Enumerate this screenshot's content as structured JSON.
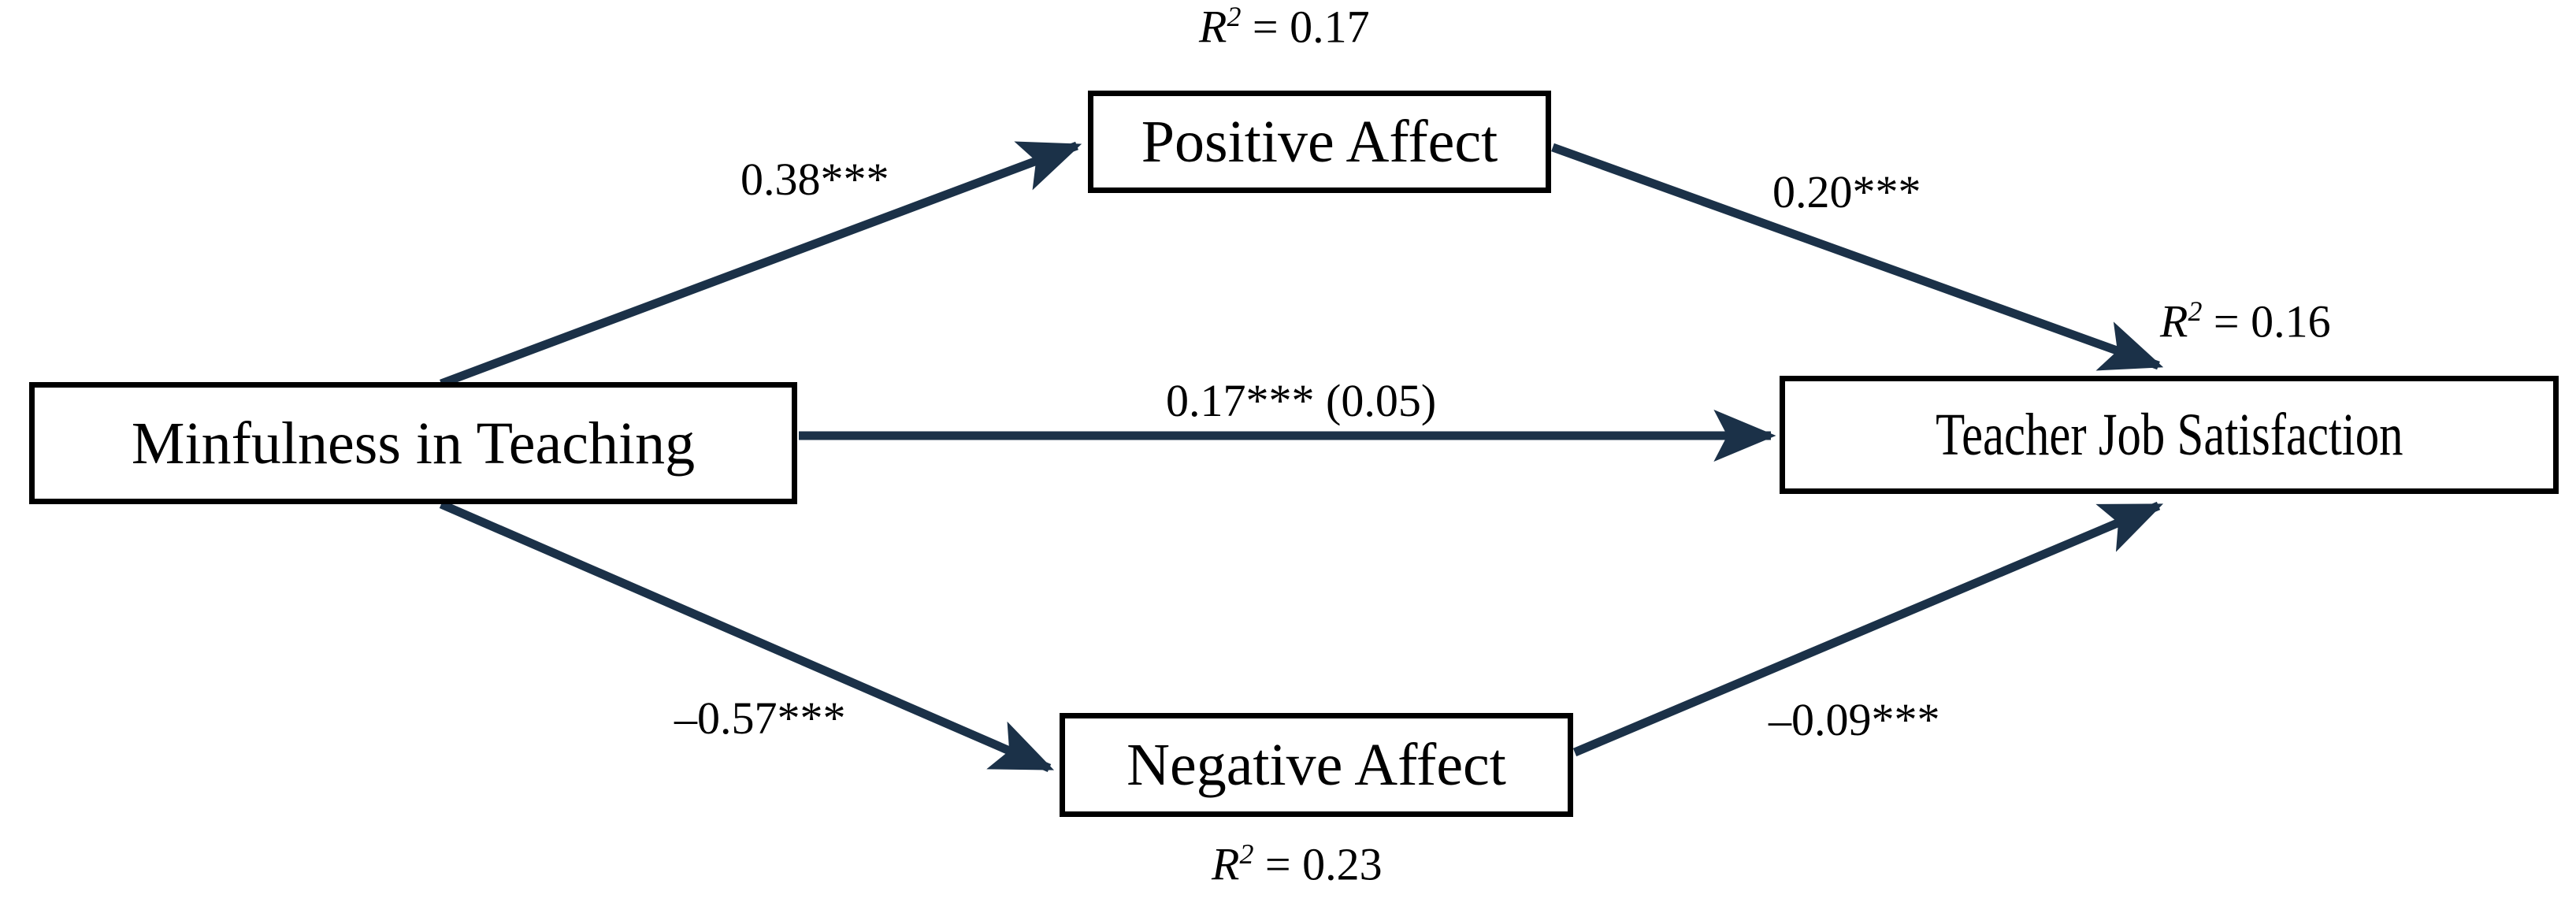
{
  "diagram": {
    "title": "Mediation model of mindfulness in teaching and teacher job satisfaction",
    "type": "path-diagram",
    "background_color": "#ffffff",
    "box_border_color": "#000000",
    "arrow_color": "#1b3148",
    "text_color": "#000000"
  },
  "nodes": {
    "predictor": {
      "label": "Minfulness in Teaching"
    },
    "mediator_positive": {
      "label": "Positive Affect"
    },
    "mediator_negative": {
      "label": "Negative Affect"
    },
    "outcome": {
      "label": "Teacher Job Satisfaction"
    }
  },
  "r_squared": {
    "positive_affect": {
      "symbol": "R",
      "exponent": "2",
      "equals": " = ",
      "value": "0.17"
    },
    "negative_affect": {
      "symbol": "R",
      "exponent": "2",
      "equals": " = ",
      "value": "0.23"
    },
    "outcome": {
      "symbol": "R",
      "exponent": "2",
      "equals": " = ",
      "value": "0.16"
    }
  },
  "paths": [
    {
      "id": "mit-to-pa",
      "label": "0.38***",
      "from": "predictor",
      "to": "mediator_positive",
      "coefficient": 0.38,
      "significance": "***"
    },
    {
      "id": "pa-to-tjs",
      "label": "0.20***",
      "from": "mediator_positive",
      "to": "outcome",
      "coefficient": 0.2,
      "significance": "***"
    },
    {
      "id": "mit-to-tjs",
      "label": "0.17*** (0.05)",
      "from": "predictor",
      "to": "outcome",
      "coefficient": 0.17,
      "significance": "***",
      "secondary": 0.05
    },
    {
      "id": "mit-to-na",
      "label": "–0.57***",
      "from": "predictor",
      "to": "mediator_negative",
      "coefficient": -0.57,
      "significance": "***"
    },
    {
      "id": "na-to-tjs",
      "label": "–0.09***",
      "from": "mediator_negative",
      "to": "outcome",
      "coefficient": -0.09,
      "significance": "***"
    }
  ],
  "chart_data": {
    "type": "diagram",
    "title": "Mediation path model",
    "nodes": [
      "Minfulness in Teaching",
      "Positive Affect",
      "Negative Affect",
      "Teacher Job Satisfaction"
    ],
    "edges": [
      {
        "source": "Minfulness in Teaching",
        "target": "Positive Affect",
        "value": 0.38,
        "label": "0.38***"
      },
      {
        "source": "Positive Affect",
        "target": "Teacher Job Satisfaction",
        "value": 0.2,
        "label": "0.20***"
      },
      {
        "source": "Minfulness in Teaching",
        "target": "Teacher Job Satisfaction",
        "value": 0.17,
        "label": "0.17*** (0.05)"
      },
      {
        "source": "Minfulness in Teaching",
        "target": "Negative Affect",
        "value": -0.57,
        "label": "–0.57***"
      },
      {
        "source": "Negative Affect",
        "target": "Teacher Job Satisfaction",
        "value": -0.09,
        "label": "–0.09***"
      }
    ],
    "annotations": [
      {
        "node": "Positive Affect",
        "text": "R2 = 0.17",
        "value": 0.17
      },
      {
        "node": "Negative Affect",
        "text": "R2 = 0.23",
        "value": 0.23
      },
      {
        "node": "Teacher Job Satisfaction",
        "text": "R2 = 0.16",
        "value": 0.16
      }
    ]
  }
}
